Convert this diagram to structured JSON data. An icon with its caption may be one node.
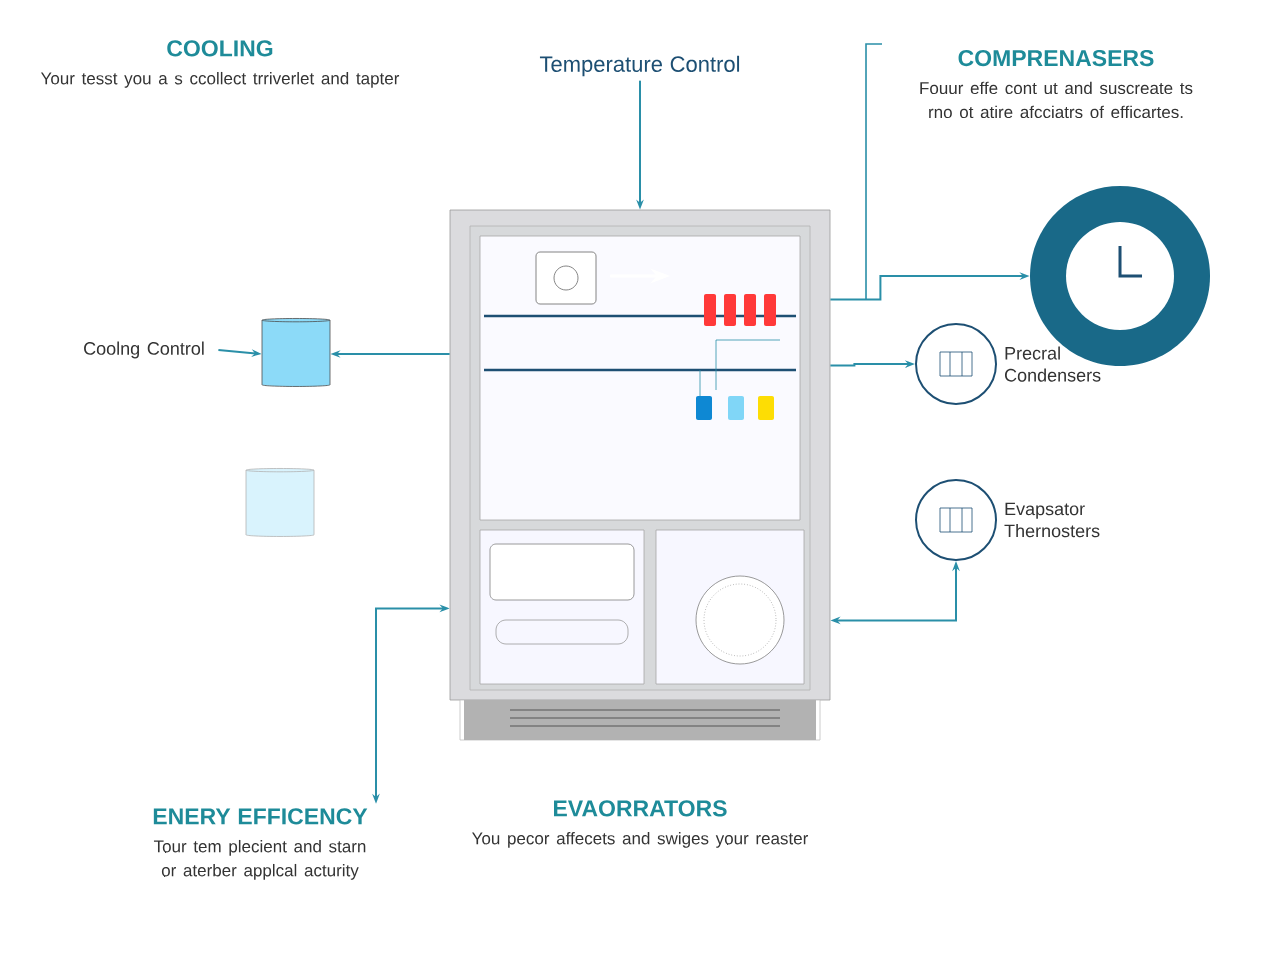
{
  "diagram": {
    "nodes": [
      {
        "text": [
          "COOLING",
          "Your tesst you a s ccollect trriverlet and tapter"
        ]
      },
      {
        "text": [
          "Temperature Control"
        ]
      },
      {
        "text": [],
        "shape": "picture"
      },
      {
        "text": [
          "COMPRENASERS",
          "Fouur effe cont ut and suscreate ts rno ot atire afcciatrs of efficartes."
        ]
      },
      {
        "text": [],
        "shape": "picture"
      },
      {
        "text": [
          "Coolng Control"
        ]
      },
      {
        "text": [],
        "shape": "cylinder"
      },
      {
        "text": [],
        "shape": "cylinder"
      },
      {
        "text": [
          "Precral Condensers"
        ]
      },
      {
        "text": [
          "Evapsator Thernosters"
        ]
      },
      {
        "text": [
          "ENERY EFFICENCY",
          "Tour tem plecient and starn or aterber applcal acturity"
        ]
      },
      {
        "text": [
          "EVAORRATORS",
          "You pecor affecets and swiges your reaster"
        ]
      }
    ],
    "edges": [
      {
        "from": 1,
        "to": 2,
        "arrow": "to"
      },
      {
        "from": 5,
        "to": 6,
        "arrow": "to"
      },
      {
        "from": 2,
        "to": 6,
        "arrow": "to"
      },
      {
        "from": 2,
        "to": 4,
        "arrow": "to"
      },
      {
        "from": 2,
        "to": 8,
        "arrow": "to"
      },
      {
        "from": 9,
        "to": 2,
        "arrow": "both"
      },
      {
        "from": 2,
        "to": 10,
        "arrow": "both"
      }
    ]
  }
}
